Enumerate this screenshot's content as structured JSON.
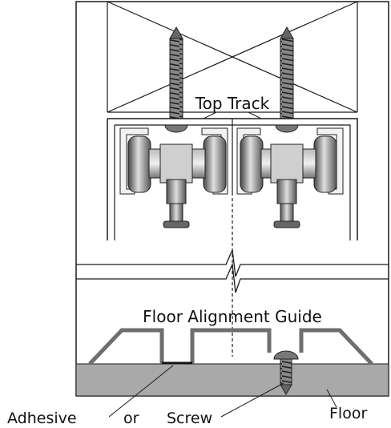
{
  "labels": {
    "top_track": "Top Track",
    "floor_guide": "Floor Alignment Guide",
    "adhesive": "Adhesive",
    "or": "or",
    "screw": "Screw",
    "floor": "Floor"
  },
  "colors": {
    "line": "#1a1a1a",
    "floor": "#a9a9a9",
    "guide": "#6e6e6e",
    "metal_dark": "#555555",
    "metal_light": "#d8d8d8"
  }
}
